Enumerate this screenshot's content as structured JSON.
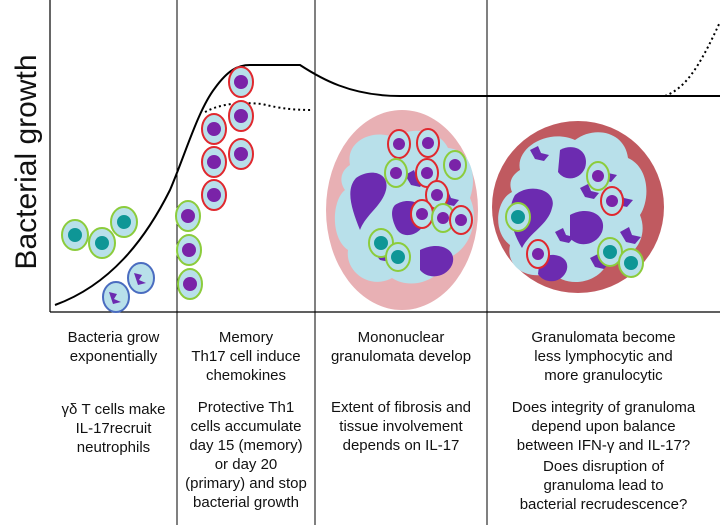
{
  "y_axis_label": "Bacterial growth",
  "panels": [
    {
      "stage": "Bacteria grow\nexponentially",
      "detail": "γδ T cells make\nIL-17recruit\nneutrophils"
    },
    {
      "stage": "Memory\nTh17 cell induce\nchemokines",
      "detail": "Protective Th1\ncells accumulate\nday 15 (memory)\nor day 20\n(primary) and stop\nbacterial growth"
    },
    {
      "stage": "Mononuclear\ngranulomata develop",
      "detail": "Extent of fibrosis and\ntissue involvement\ndepends on IL-17"
    },
    {
      "stage": "Granulomata become\nless lymphocytic and\nmore granulocytic",
      "detail": "Does integrity of granuloma\ndepend upon balance\nbetween IFN-γ and IL-17?",
      "extra": "Does disruption of\ngranuloma lead to\nbacterial recrudescence?"
    }
  ],
  "colors": {
    "lymphocyte_membrane_green": "#8ccc3c",
    "lymphocyte_membrane_red": "#e0282e",
    "cytoplasm": "#b8e0ea",
    "nucleus_teal": "#0e9696",
    "nucleus_purple": "#7a23a8",
    "granuloma_light": "#e8b0b4",
    "granuloma_dark": "#c05a60",
    "neutrophil_ring": "#4a6cc0",
    "macrophage": "#6c2bb0"
  }
}
